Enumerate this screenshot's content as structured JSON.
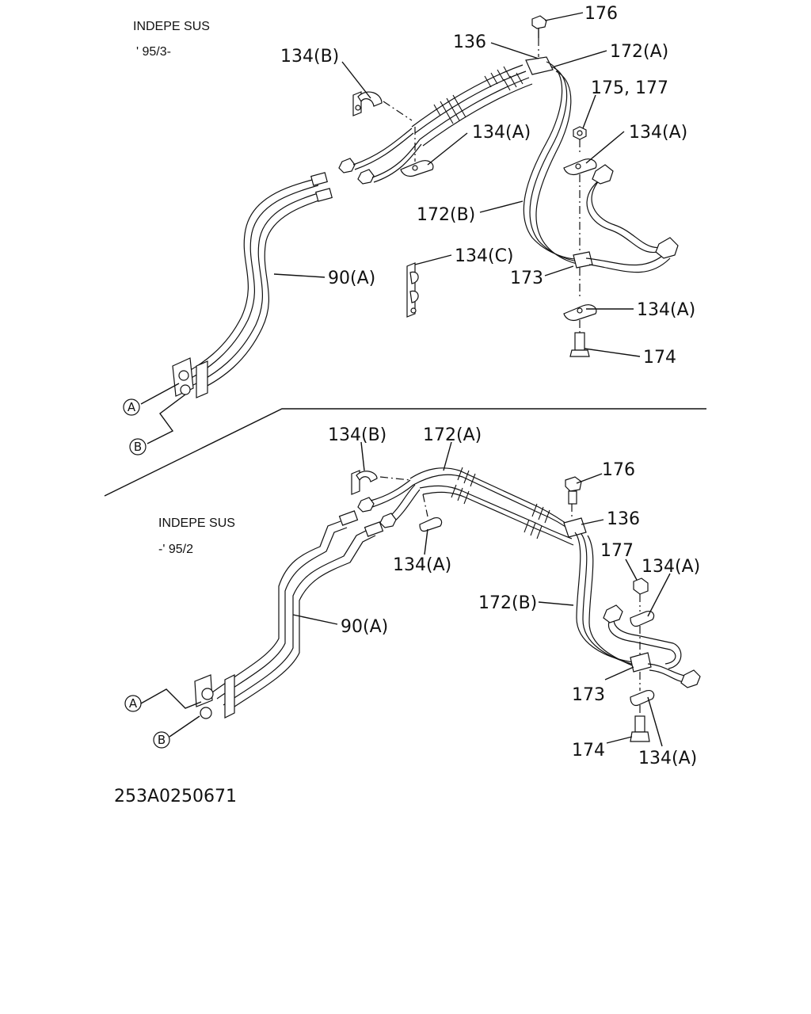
{
  "upper_view": {
    "variant_title": "INDEPE SUS",
    "variant_date": "' 95/3-",
    "labels": {
      "p176": "176",
      "p136": "136",
      "p172a": "172(A)",
      "p134b": "134(B)",
      "p175_177": "175, 177",
      "p134a_1": "134(A)",
      "p134a_2": "134(A)",
      "p172b": "172(B)",
      "p134c": "134(C)",
      "p90a": "90(A)",
      "p173": "173",
      "p134a_3": "134(A)",
      "p174": "174"
    },
    "refs": {
      "a": "A",
      "b": "B"
    }
  },
  "lower_view": {
    "variant_title": "INDEPE SUS",
    "variant_date": "-' 95/2",
    "labels": {
      "p134b": "134(B)",
      "p172a": "172(A)",
      "p176": "176",
      "p136": "136",
      "p134a_1": "134(A)",
      "p177": "177",
      "p134a_2": "134(A)",
      "p172b": "172(B)",
      "p90a": "90(A)",
      "p173": "173",
      "p174": "174",
      "p134a_3": "134(A)"
    },
    "refs": {
      "a": "A",
      "b": "B"
    }
  },
  "drawing_number": "253A0250671"
}
